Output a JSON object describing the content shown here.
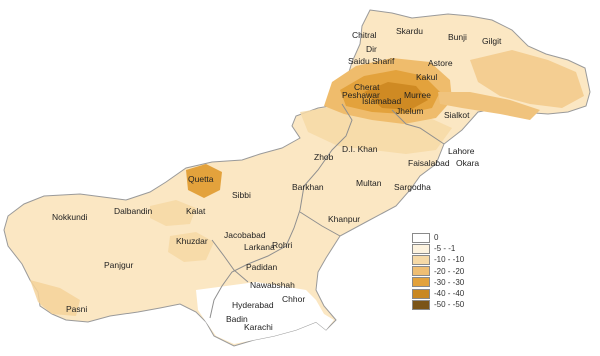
{
  "map": {
    "colors": {
      "base": "#fbe7c3",
      "light": "#f6d7a0",
      "medium": "#efbc6c",
      "dark": "#e3a23c",
      "darker": "#cf8a23",
      "white": "#ffffff",
      "border": "#9a9a9a"
    },
    "cities": [
      "Chitral",
      "Skardu",
      "Bunji",
      "Gilgit",
      "Dir",
      "Saidu Sharif",
      "Astore",
      "Kakul",
      "Cherat",
      "Peshawar",
      "Islamabad",
      "Murree",
      "Jhelum",
      "Sialkot",
      "D.I. Khan",
      "Zhob",
      "Faisalabad",
      "Lahore",
      "Okara",
      "Quetta",
      "Sibbi",
      "Barkhan",
      "Multan",
      "Sargodha",
      "Khanpur",
      "Nokkundi",
      "Dalbandin",
      "Kalat",
      "Khuzdar",
      "Jacobabad",
      "Larkana",
      "Rohri",
      "Padidan",
      "Nawabshah",
      "Panjgur",
      "Pasni",
      "Hyderabad",
      "Badin",
      "Karachi",
      "Chhor"
    ],
    "legend": [
      {
        "label": "0",
        "color": "#ffffff"
      },
      {
        "label": "-5 - -1",
        "color": "#fdf3df"
      },
      {
        "label": "-10 - -10",
        "color": "#f6d9a6"
      },
      {
        "label": "-20 - -20",
        "color": "#efbe73"
      },
      {
        "label": "-30 - -30",
        "color": "#e3a23c"
      },
      {
        "label": "-40 - -40",
        "color": "#c98822"
      },
      {
        "label": "-50 - -50",
        "color": "#7a5418"
      }
    ]
  }
}
